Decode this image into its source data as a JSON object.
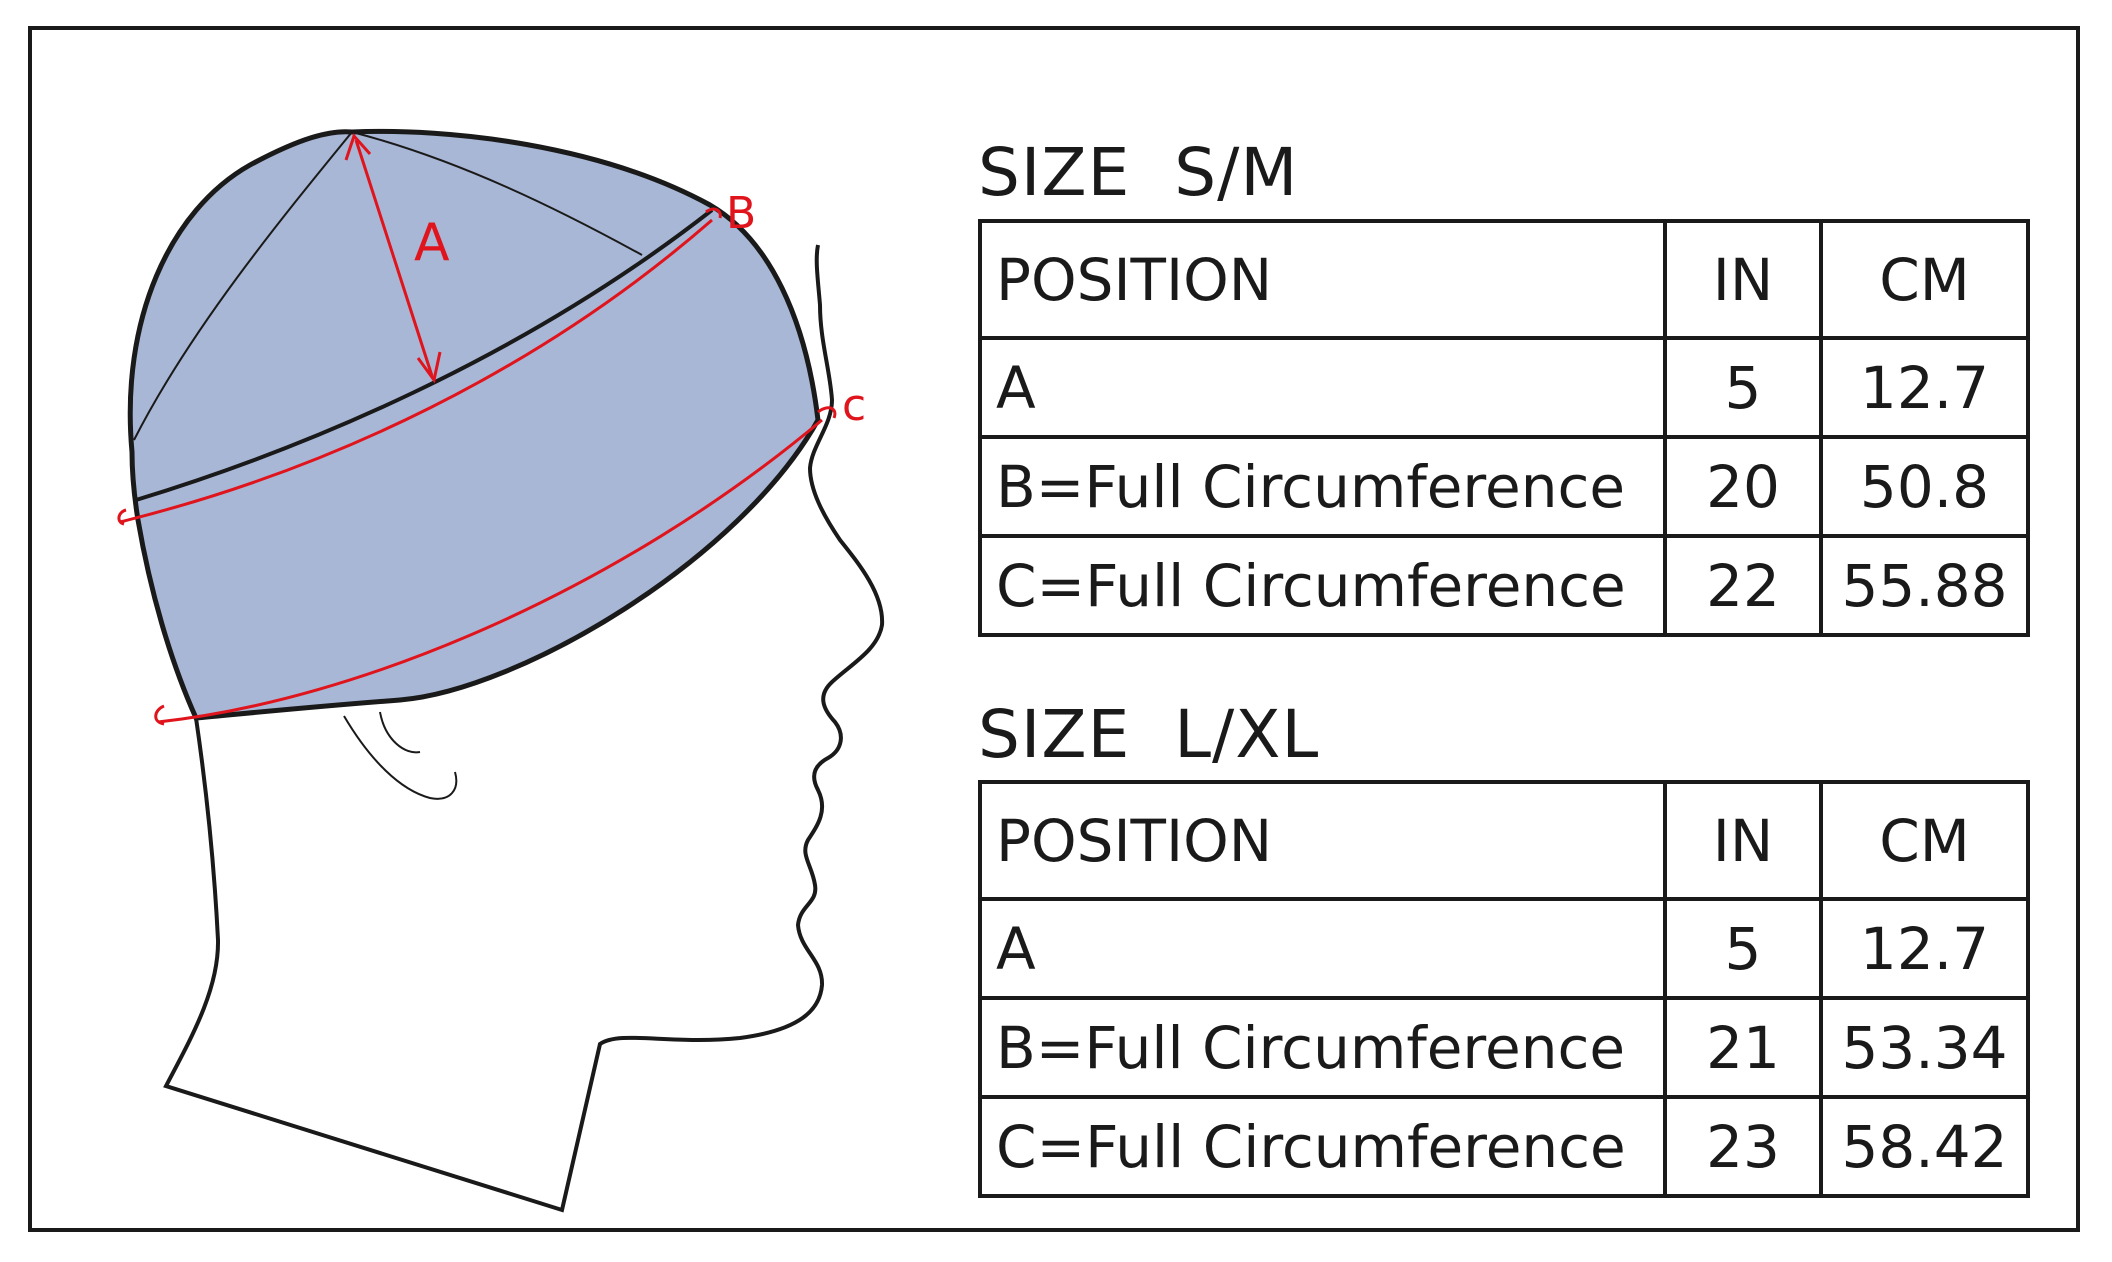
{
  "diagram": {
    "labels": {
      "a": "A",
      "b": "B",
      "c": "c"
    },
    "colors": {
      "cap_fill": "#a8b7d5",
      "measure_line": "#e0141c",
      "outline": "#1a1a1a"
    }
  },
  "tables": [
    {
      "title": "SIZE  S/M",
      "headers": {
        "position": "POSITION",
        "in": "IN",
        "cm": "CM"
      },
      "rows": [
        {
          "position": "A",
          "in": "5",
          "cm": "12.7"
        },
        {
          "position": "B=Full Circumference",
          "in": "20",
          "cm": "50.8"
        },
        {
          "position": "C=Full Circumference",
          "in": "22",
          "cm": "55.88"
        }
      ]
    },
    {
      "title": "SIZE  L/XL",
      "headers": {
        "position": "POSITION",
        "in": "IN",
        "cm": "CM"
      },
      "rows": [
        {
          "position": "A",
          "in": "5",
          "cm": "12.7"
        },
        {
          "position": "B=Full Circumference",
          "in": "21",
          "cm": "53.34"
        },
        {
          "position": "C=Full Circumference",
          "in": "23",
          "cm": "58.42"
        }
      ]
    }
  ]
}
